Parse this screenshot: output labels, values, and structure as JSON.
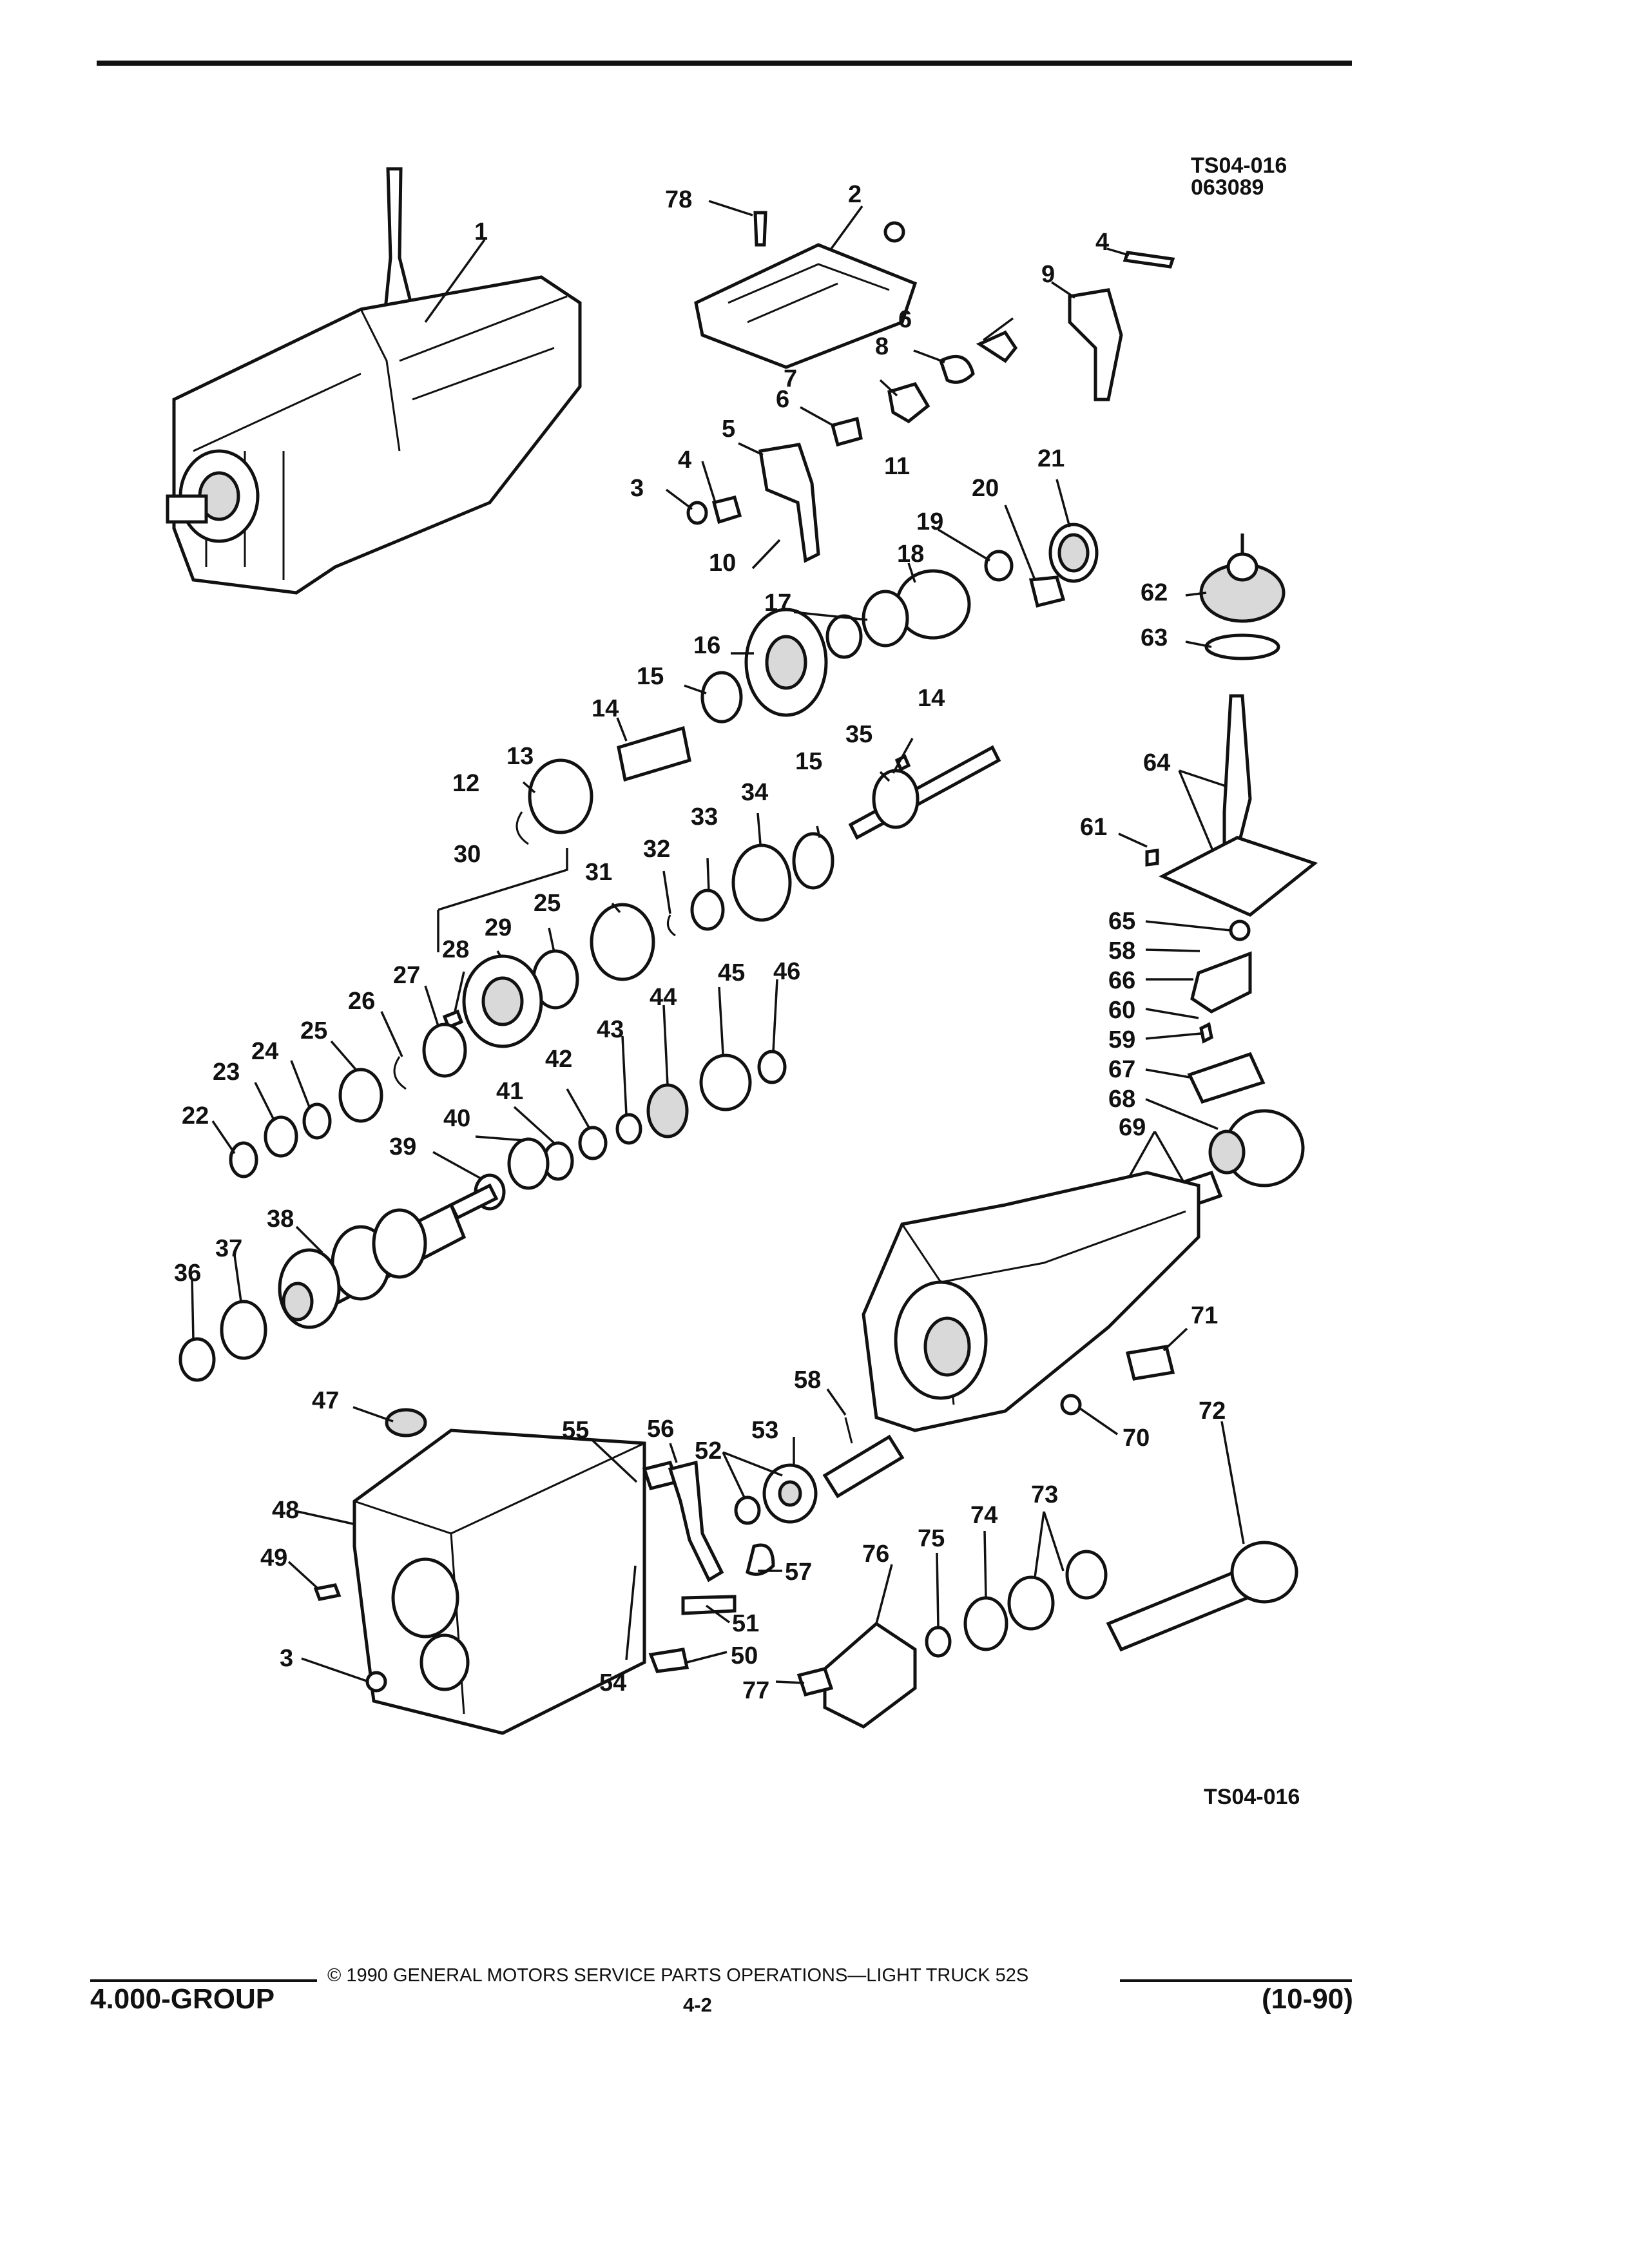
{
  "figure_codes": {
    "top_code": "TS04-016",
    "top_date_code": "063089",
    "bottom_code": "TS04-016"
  },
  "callouts": [
    "1",
    "2",
    "3",
    "4",
    "4",
    "5",
    "6",
    "6",
    "7",
    "8",
    "9",
    "10",
    "11",
    "12",
    "13",
    "14",
    "14",
    "15",
    "15",
    "16",
    "17",
    "18",
    "19",
    "20",
    "21",
    "22",
    "23",
    "24",
    "25",
    "25",
    "26",
    "27",
    "28",
    "29",
    "30",
    "31",
    "32",
    "33",
    "34",
    "35",
    "36",
    "37",
    "38",
    "39",
    "40",
    "41",
    "42",
    "43",
    "44",
    "45",
    "46",
    "47",
    "48",
    "49",
    "50",
    "51",
    "52",
    "53",
    "54",
    "55",
    "56",
    "57",
    "58",
    "58",
    "59",
    "60",
    "61",
    "62",
    "63",
    "64",
    "65",
    "66",
    "67",
    "68",
    "69",
    "70",
    "71",
    "72",
    "73",
    "74",
    "75",
    "76",
    "77",
    "78",
    "3"
  ],
  "footer": {
    "group": "4.000-GROUP",
    "copyright": "© 1990 GENERAL MOTORS SERVICE PARTS OPERATIONS—LIGHT TRUCK 52S",
    "page": "4-2",
    "date": "(10-90)"
  }
}
